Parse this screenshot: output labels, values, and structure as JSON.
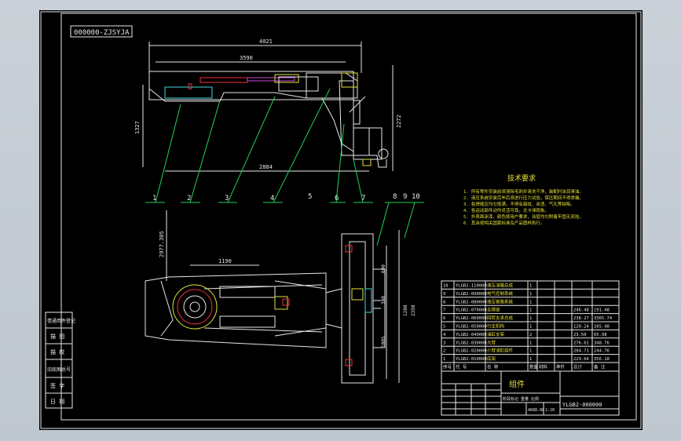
{
  "drawing_code": "000000-ZJSYJA",
  "dimensions": {
    "top_total": "4021",
    "top_inner": "3590",
    "left_height": "1327",
    "right_height": "2272",
    "bottom_width": "2884",
    "plan_left": "1190",
    "plan_vertical": "2977.305",
    "plan_right1": "1280",
    "plan_right2": "2350",
    "plan_small1": "690",
    "plan_small2": "300",
    "plan_small3": "1005"
  },
  "balloons": [
    "1",
    "2",
    "3",
    "4",
    "5",
    "6",
    "7",
    "8",
    "9",
    "10"
  ],
  "tech": {
    "title": "技术要求",
    "items": [
      "1. 所有零件安装前须清除毛刺并清洗干净，装配时涂润滑油。",
      "2. 液压系统安装完毕后须进行压力试验，保压期间不得渗漏。",
      "3. 各焊缝应均匀饱满，不得有裂纹、夹渣、气孔等缺陷。",
      "4. 各运动部件动作灵活可靠，无卡滞现象。",
      "5. 外表面涂漆，颜色按用户要求，涂层均匀附着牢固无流挂。",
      "6. 其余按相关国家标准及产品图样执行。"
    ]
  },
  "bom": {
    "headers": [
      "序号",
      "代 号",
      "名 称",
      "数量",
      "材料",
      "单件",
      "总计",
      "备 注"
    ],
    "rows": [
      [
        "10",
        "YLGB2-110000",
        "液压油箱总成",
        "1",
        "",
        "",
        "",
        ""
      ],
      [
        "9",
        "YLGB2-090000",
        "电气控制系统",
        "1",
        "",
        "",
        "",
        ""
      ],
      [
        "8",
        "YLGB2-080000",
        "液压管路系统",
        "1",
        "",
        "",
        "",
        ""
      ],
      [
        "7",
        "YLGB2-070000",
        "支撑座",
        "1",
        "",
        "",
        "246.48",
        "191.48"
      ],
      [
        "6",
        "YLGB2-060000",
        "回转支承总成",
        "1",
        "",
        "",
        "238.27",
        "3365.74"
      ],
      [
        "5",
        "YLGB2-050000",
        "行走机构",
        "1",
        "",
        "",
        "120.24",
        "165.48"
      ],
      [
        "4",
        "YLGB2-040000",
        "油缸支架",
        "2",
        "",
        "",
        "23.50",
        "65.98"
      ],
      [
        "3",
        "YLGB2-030000",
        "大臂",
        "1",
        "",
        "",
        "276.61",
        "348.76"
      ],
      [
        "2",
        "YLGB2-020000",
        "小臂油缸组件",
        "1",
        "",
        "",
        "204.71",
        "244.76"
      ],
      [
        "1",
        "YLGB2-010000",
        "底架",
        "1",
        "",
        "",
        "229.64",
        "356.18"
      ]
    ]
  },
  "title_block": {
    "name": "组件",
    "code": "YLGB2-000000",
    "scale": "1:20",
    "weight": "4688.86",
    "stage_labels": "阶段标记 重量 比例"
  },
  "side_labels": [
    "借通用件登记",
    "描 图",
    "描 校",
    "旧底图总号",
    "签 字",
    "日 期"
  ]
}
